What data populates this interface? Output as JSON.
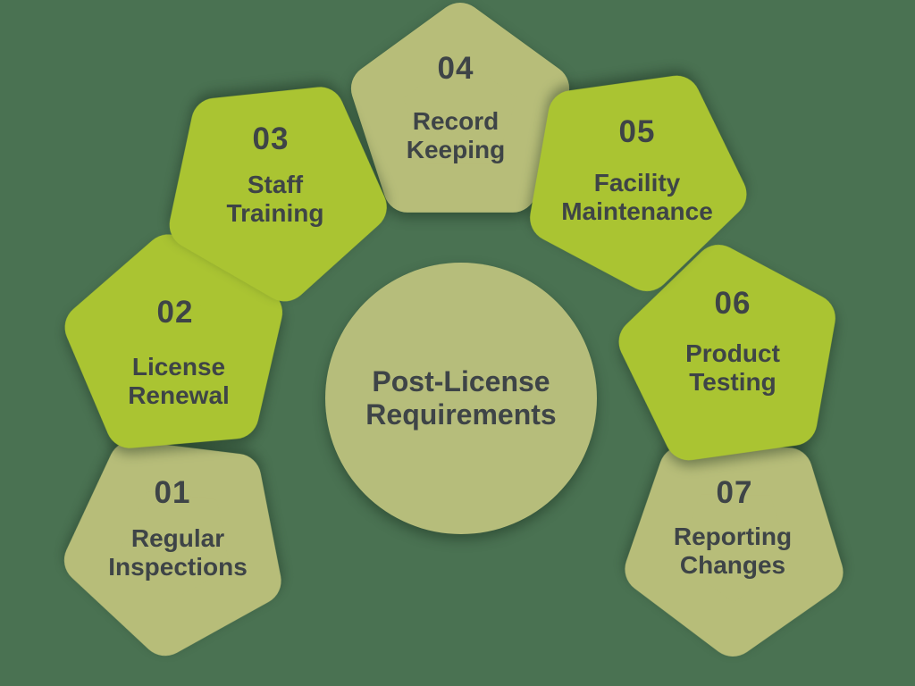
{
  "palette": {
    "background": "#4a7252",
    "pentagon_bright": "#aac432",
    "pentagon_sage": "#b7bd79",
    "circle_fill": "#b6bd7b",
    "text": "#3e4447"
  },
  "center": {
    "title": "Post-License\nRequirements"
  },
  "items": [
    {
      "number": "01",
      "label": "Regular\nInspections",
      "color_role": "sage"
    },
    {
      "number": "02",
      "label": "License\nRenewal",
      "color_role": "bright"
    },
    {
      "number": "03",
      "label": "Staff\nTraining",
      "color_role": "bright"
    },
    {
      "number": "04",
      "label": "Record\nKeeping",
      "color_role": "sage"
    },
    {
      "number": "05",
      "label": "Facility\nMaintenance",
      "color_role": "bright"
    },
    {
      "number": "06",
      "label": "Product\nTesting",
      "color_role": "bright"
    },
    {
      "number": "07",
      "label": "Reporting\nChanges",
      "color_role": "sage"
    }
  ]
}
